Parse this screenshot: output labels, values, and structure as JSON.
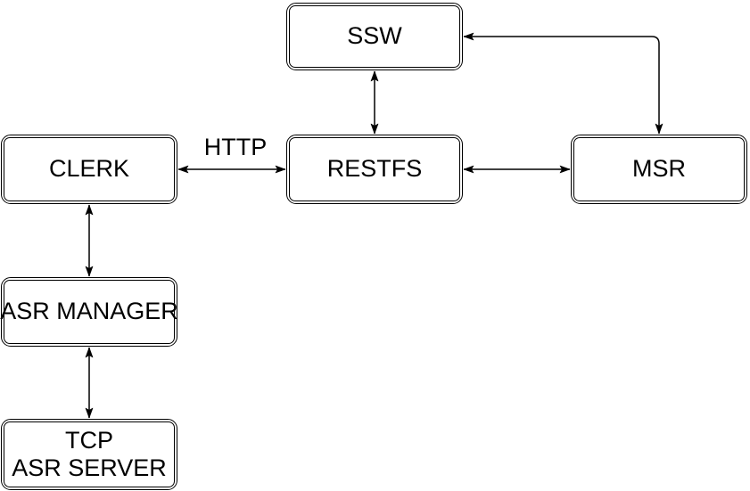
{
  "diagram": {
    "colors": {
      "stroke": "#000000",
      "node_fill": "#ffffff",
      "text": "#000000",
      "background": "#ffffff"
    },
    "nodes": {
      "ssw": {
        "label": "SSW"
      },
      "clerk": {
        "label": "CLERK"
      },
      "restfs": {
        "label": "RESTFS"
      },
      "msr": {
        "label": "MSR"
      },
      "asr_manager": {
        "label": "ASR MANAGER"
      },
      "tcp_asr_server": {
        "line1": "TCP",
        "line2": "ASR SERVER"
      }
    },
    "edge_labels": {
      "clerk_restfs": "HTTP"
    },
    "edges": [
      {
        "from": "CLERK",
        "to": "RESTFS",
        "label": "HTTP",
        "type": "bidirectional",
        "shape": "straight-horizontal"
      },
      {
        "from": "RESTFS",
        "to": "MSR",
        "label": "",
        "type": "bidirectional",
        "shape": "straight-horizontal"
      },
      {
        "from": "SSW",
        "to": "RESTFS",
        "label": "",
        "type": "bidirectional",
        "shape": "straight-vertical"
      },
      {
        "from": "SSW",
        "to": "MSR",
        "label": "",
        "type": "bidirectional",
        "shape": "elbow"
      },
      {
        "from": "CLERK",
        "to": "ASR MANAGER",
        "label": "",
        "type": "bidirectional",
        "shape": "straight-vertical"
      },
      {
        "from": "ASR MANAGER",
        "to": "TCP ASR SERVER",
        "label": "",
        "type": "bidirectional",
        "shape": "straight-vertical"
      }
    ]
  }
}
